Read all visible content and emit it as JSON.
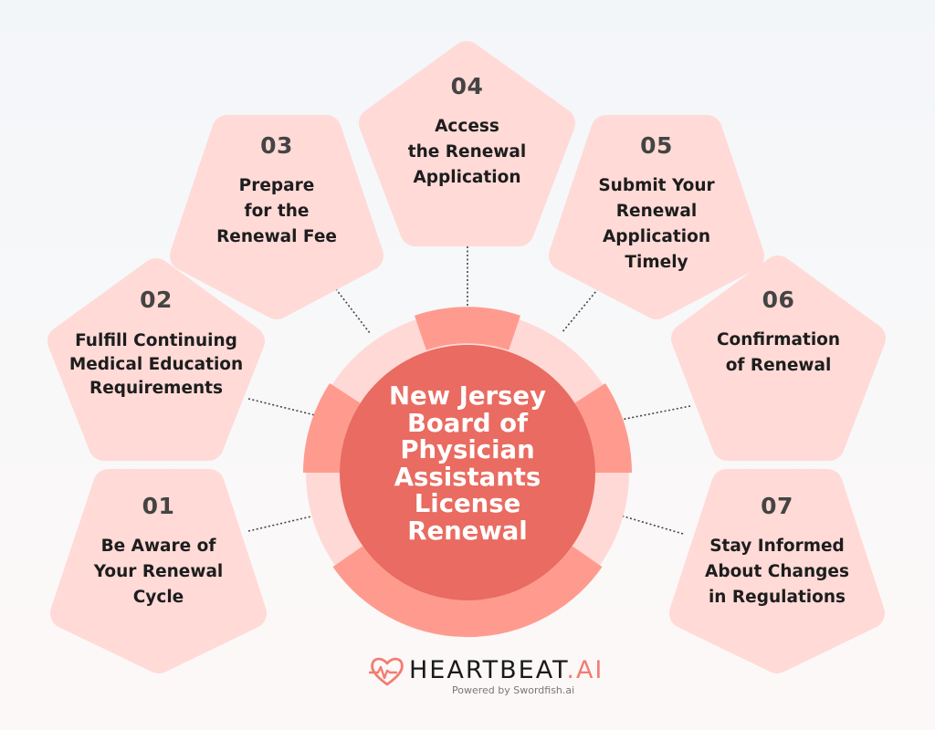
{
  "center": {
    "title": "New Jersey\nBoard of\nPhysician\nAssistants\nLicense\nRenewal"
  },
  "steps": [
    {
      "num": "01",
      "label": "Be Aware of\nYour Renewal\nCycle"
    },
    {
      "num": "02",
      "label": "Fulfill Continuing\nMedical Education\nRequirements"
    },
    {
      "num": "03",
      "label": "Prepare\nfor the\nRenewal Fee"
    },
    {
      "num": "04",
      "label": "Access\nthe Renewal\nApplication"
    },
    {
      "num": "05",
      "label": "Submit Your\nRenewal\nApplication\nTimely"
    },
    {
      "num": "06",
      "label": "Confirmation\nof Renewal"
    },
    {
      "num": "07",
      "label": "Stay Informed\nAbout Changes\nin Regulations"
    }
  ],
  "logo": {
    "brand": "HEARTBEAT",
    "brand_suffix": ".AI",
    "tagline": "Powered by Swordfish.ai"
  },
  "colors": {
    "pentagon_fill": "#FFDAD7",
    "center_fill": "#E96B61",
    "ring_dark": "#FF9B8E",
    "ring_light": "#FFD9D6",
    "accent": "#F47C71",
    "connector": "#444444"
  }
}
